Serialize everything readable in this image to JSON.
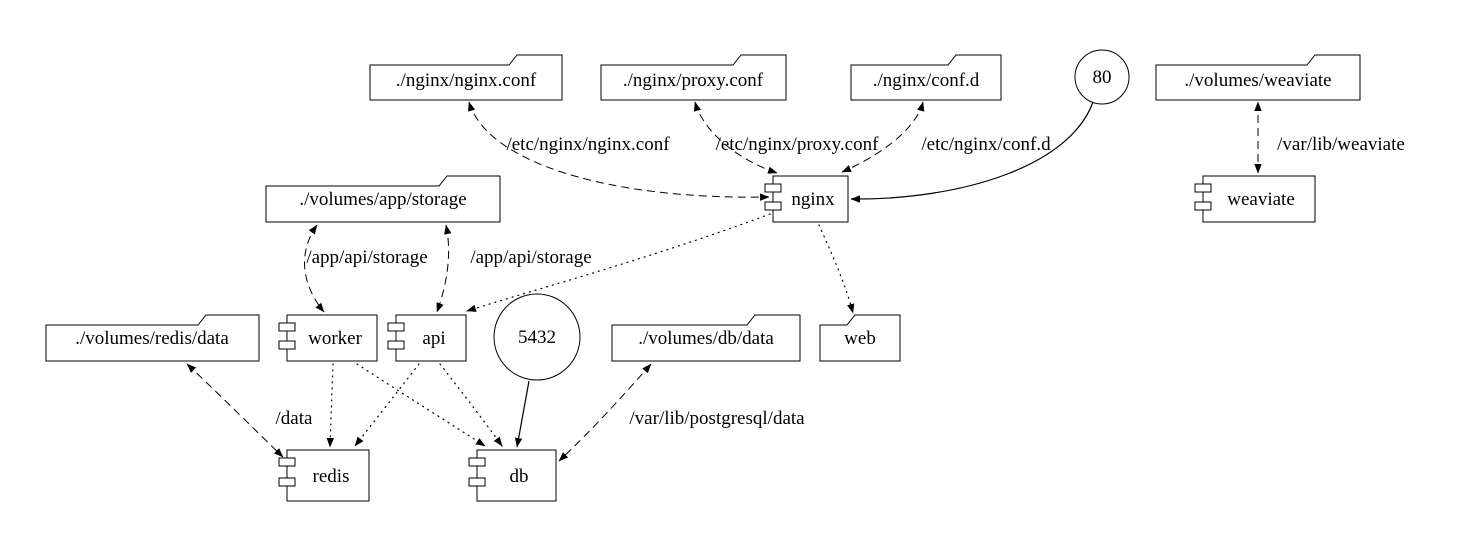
{
  "diagram": {
    "type": "docker-compose-architecture-graph",
    "background": "#ffffff",
    "stroke_color": "#000000",
    "nodes": {
      "f_nginx_conf": "./nginx/nginx.conf",
      "f_proxy_conf": "./nginx/proxy.conf",
      "f_confd": "./nginx/conf.d",
      "f_weaviate": "./volumes/weaviate",
      "f_app_storage": "./volumes/app/storage",
      "f_redis_data": "./volumes/redis/data",
      "f_db_data": "./volumes/db/data",
      "f_web": "web",
      "c_nginx": "nginx",
      "c_weaviate": "weaviate",
      "c_worker": "worker",
      "c_api": "api",
      "c_redis": "redis",
      "c_db": "db",
      "port_80": "80",
      "port_5432": "5432"
    },
    "edge_labels": {
      "mount_nginx_conf": "/etc/nginx/nginx.conf",
      "mount_proxy_conf": "/etc/nginx/proxy.conf",
      "mount_confd": "/etc/nginx/conf.d",
      "mount_weaviate": "/var/lib/weaviate",
      "mount_storage_worker": "/app/api/storage",
      "mount_storage_api": "/app/api/storage",
      "mount_redis_data": "/data",
      "mount_db_data": "/var/lib/postgresql/data"
    }
  }
}
